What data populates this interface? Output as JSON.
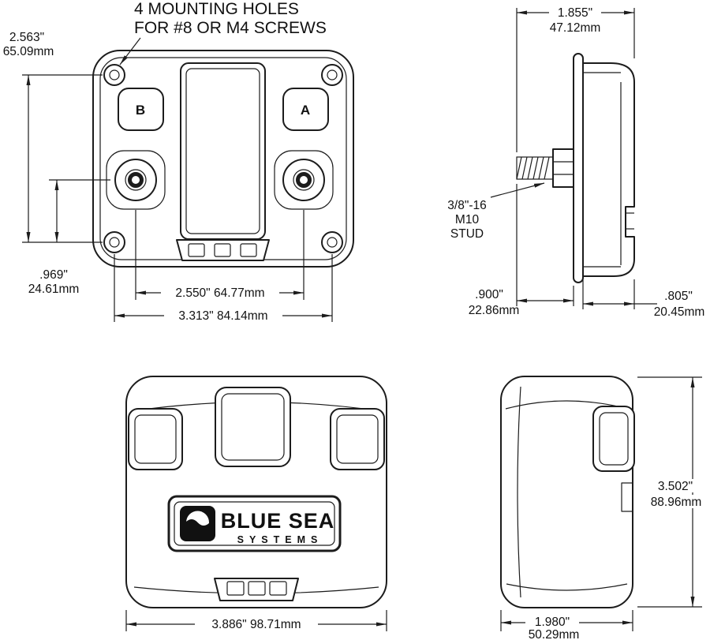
{
  "note": {
    "line1": "4 MOUNTING HOLES",
    "line2": "FOR #8 OR M4 SCREWS"
  },
  "front_view": {
    "button_b": "B",
    "button_a": "A",
    "dim_height_in": "2.563\"",
    "dim_height_mm": "65.09mm",
    "dim_offset_in": ".969\"",
    "dim_offset_mm": "24.61mm",
    "dim_stud_spacing": "2.550\" 64.77mm",
    "dim_width": "3.313\" 84.14mm"
  },
  "side_view": {
    "dim_depth_in": "1.855\"",
    "dim_depth_mm": "47.12mm",
    "stud_line1": "3/8\"-16",
    "stud_line2": "M10",
    "stud_line3": "STUD",
    "dim_front_in": ".900\"",
    "dim_front_mm": "22.86mm",
    "dim_back_in": ".805\"",
    "dim_back_mm": "20.45mm"
  },
  "cover_front_view": {
    "logo_title": "BLUE SEA",
    "logo_subtitle": "SYSTEMS",
    "dim_width": "3.886\" 98.71mm"
  },
  "cover_side_view": {
    "dim_height_in": "3.502\"",
    "dim_height_mm": "88.96mm",
    "dim_width_in": "1.980\"",
    "dim_width_mm": "50.29mm"
  },
  "colors": {
    "line": "#1c1c1c",
    "background": "#ffffff"
  }
}
